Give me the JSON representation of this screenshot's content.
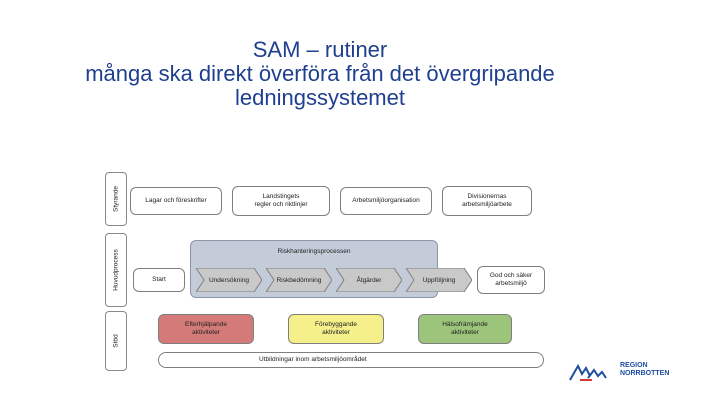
{
  "title": {
    "line1": "SAM – rutiner",
    "line2": "många ska direkt överföra från det övergripande",
    "line3": "ledningssystemet"
  },
  "side_labels": {
    "styrande": "Styrande",
    "huvudprocess": "Huvudprocess",
    "stod": "Stöd"
  },
  "governing": {
    "lagar": "Lagar och föreskrifter",
    "landstingets_1": "Landstingets",
    "landstingets_2": "regler och riktlinjer",
    "arbetsmiljo_org": "Arbetsmiljöorganisation",
    "divisionernas_1": "Divisionernas",
    "divisionernas_2": "arbetsmiljöarbete"
  },
  "process": {
    "risk_title": "Riskhanteringsprocessen",
    "start": "Start",
    "steps": [
      "Undersökning",
      "Riskbedömning",
      "Åtgärder",
      "Uppföljning"
    ],
    "goal_1": "God och säker",
    "goal_2": "arbetsmiljö"
  },
  "support": {
    "efterhjalpande_1": "Efterhjälpande",
    "efterhjalpande_2": "aktiviteter",
    "forebyggande_1": "Förebyggande",
    "forebyggande_2": "aktiviteter",
    "halso_1": "Hälsofrämjande",
    "halso_2": "aktiviteter",
    "utbildningar": "Utbildningar inom arbetsmiljöområdet"
  },
  "logo": {
    "line1": "REGION",
    "line2": "NORRBOTTEN"
  },
  "colors": {
    "title": "#1f3f8f",
    "risk_bg": "#c5ccd9",
    "chevron": "#c9c9c9",
    "efterhjalpande": "#d47a78",
    "forebyggande": "#f6f08a",
    "halso": "#9cc47a",
    "logo": "#1f4fa0"
  }
}
